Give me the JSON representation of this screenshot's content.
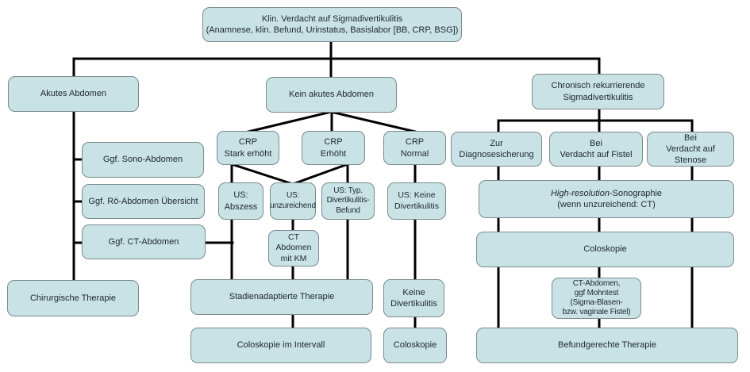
{
  "diagram_title": "Klin. Verdacht auf Sigmadivertikulitis",
  "colors": {
    "box_fill": "#c8e2e6",
    "box_border": "#7b8a8e",
    "connector": "#000000",
    "text": "#1e2730",
    "background": "#ffffff"
  },
  "nodes": {
    "start": {
      "label": "Klin. Verdacht auf Sigmadivertikulitis\n(Anamnese, klin. Befund, Urinstatus, Basislabor [BB, CRP, BSG])"
    },
    "akutes_abdomen": {
      "label": "Akutes Abdomen"
    },
    "kein_akutes_abdomen": {
      "label": "Kein akutes Abdomen"
    },
    "chronisch_rekurrierend": {
      "label": "Chronisch rekurrierende\nSigmadivertikulitis"
    },
    "sono_abdomen": {
      "label": "Ggf. Sono-Abdomen"
    },
    "roe_abdomen": {
      "label": "Ggf. Rö-Abdomen Übersicht"
    },
    "ct_abdomen": {
      "label": "Ggf. CT-Abdomen"
    },
    "chirurgische_therapie": {
      "label": "Chirurgische Therapie"
    },
    "crp_stark_erhoeht": {
      "label": "CRP\nStark erhöht"
    },
    "crp_erhoeht": {
      "label": "CRP\nErhöht"
    },
    "crp_normal": {
      "label": "CRP\nNormal"
    },
    "us_abszess": {
      "label": "US:\nAbszess"
    },
    "us_unzureichend": {
      "label": "US:\nunzureichend"
    },
    "us_typ_befund": {
      "label": "US: Typ.\nDivertikulitis-\nBefund"
    },
    "us_keine_divertikulitis": {
      "label": "US: Keine\nDivertikulitis"
    },
    "ct_abdomen_km": {
      "label": "CT\nAbdomen\nmit KM"
    },
    "stadienadaptierte_therapie": {
      "label": "Stadienadaptierte Therapie"
    },
    "keine_divertikulitis": {
      "label": "Keine\nDivertikulitis"
    },
    "coloskopie_im_intervall": {
      "label": "Coloskopie im Intervall"
    },
    "coloskopie_mitte": {
      "label": "Coloskopie"
    },
    "zur_diagnosesicherung": {
      "label": "Zur\nDiagnosesicherung"
    },
    "bei_verdacht_fistel": {
      "label": "Bei\nVerdacht auf Fistel"
    },
    "bei_verdacht_stenose": {
      "label": "Bei\nVerdacht auf Stenose"
    },
    "high_resolution_sono": {
      "italic": "High-resolution",
      "rest": "-Sonographie",
      "line2": "(wenn unzureichend: CT)"
    },
    "coloskopie_rechts": {
      "label": "Coloskopie"
    },
    "ct_mohntest": {
      "label": "CT-Abdomen,\nggf Mohntest\n(Sigma-Blasen-\nbzw. vaginale Fistel)"
    },
    "befundgerechte_therapie": {
      "label": "Befundgerechte Therapie"
    }
  }
}
